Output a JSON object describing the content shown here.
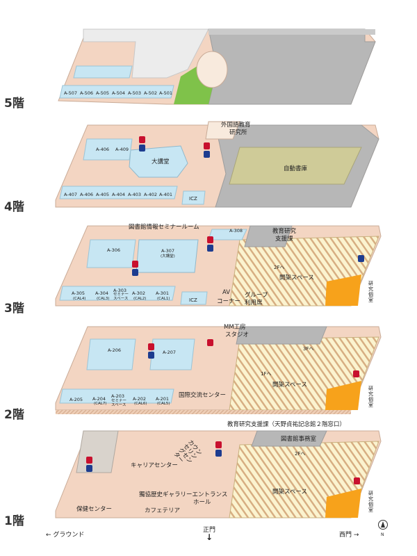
{
  "floor_labels": [
    "5階",
    "4階",
    "3階",
    "2階",
    "1階"
  ],
  "f5": {
    "rooms": [
      "A-507",
      "A-506",
      "A-505",
      "A-504",
      "A-503",
      "A-502",
      "A-501"
    ]
  },
  "f4": {
    "rooms": [
      "A-406",
      "A-409",
      "A-407",
      "A-406",
      "A-405",
      "A-404",
      "A-403",
      "A-402",
      "A-401"
    ],
    "daikodo": "大講堂",
    "icz": "ICZ",
    "gaikokugo_1": "外国語教育",
    "gaikokugo_2": "研究所",
    "jido_shoko": "自動書庫"
  },
  "f3": {
    "seminar_room": "図書館情報セミナールーム",
    "rooms": [
      "A-308",
      "A-306",
      "A-307",
      "A-305",
      "A-304",
      "A-303",
      "A-302",
      "A-301"
    ],
    "sub": [
      "(大講堂)",
      "(CAL4)",
      "(CAL3)",
      "セミナー",
      "スペース",
      "(CAL2)",
      "(CAL1)"
    ],
    "kyoiku_1": "教育研究",
    "kyoiku_2": "支援課",
    "icz": "ICZ",
    "av_1": "AV",
    "av_2": "コーナー",
    "group_1": "グループ",
    "group_2": "利用席",
    "kaika": "開架スペース",
    "to2f": "2Fへ",
    "kenkyu": "研究個室"
  },
  "f2": {
    "mm_1": "MM工房",
    "mm_2": "スタジオ",
    "rooms": [
      "A-206",
      "A-207",
      "A-205",
      "A-204",
      "A-203",
      "A-202",
      "A-201"
    ],
    "sub": [
      "(CAL7)",
      "セミナー",
      "スペース",
      "(CAL6)",
      "(CAL5)"
    ],
    "kokusai": "国際交流センター",
    "kaika": "開架スペース",
    "to3f": "3Fへ",
    "to1f": "1Fへ",
    "kenkyu": "研究個室",
    "shien": "教育研究支援課（天野貞祐記念館２階窓口）"
  },
  "f1": {
    "toshokan": "図書館事務室",
    "career": "キャリアセンター",
    "counseling": "カウンセリングセンター",
    "to2f": "2Fへ",
    "gallery_1": "獨協歴史ギャラリーエントランス",
    "gallery_2": "ホール",
    "hoken": "保健センター",
    "cafeteria": "カフェテリア",
    "kaika": "開架スペース",
    "kenkyu": "研究個室"
  },
  "bottom": {
    "ground": "← グラウンド",
    "seimon": "正門",
    "seimon_arrow": "↓",
    "saimon": "西門 →",
    "north": "N"
  },
  "icons": {
    "red": "restroom-women-icon",
    "blue": "restroom-men-icon"
  },
  "colors": {
    "floor_pink": "#f3d5c2",
    "room_blue": "#c7e6f3",
    "gray_block": "#b8b8b8",
    "stack_yellow": "#fbf3cf",
    "shelf_brown": "#c99b6c",
    "orange": "#f7a21b",
    "green": "#7fc24a",
    "olive": "#cfcb98",
    "restroom_red": "#c8102e",
    "restroom_blue": "#1d3c8f"
  }
}
